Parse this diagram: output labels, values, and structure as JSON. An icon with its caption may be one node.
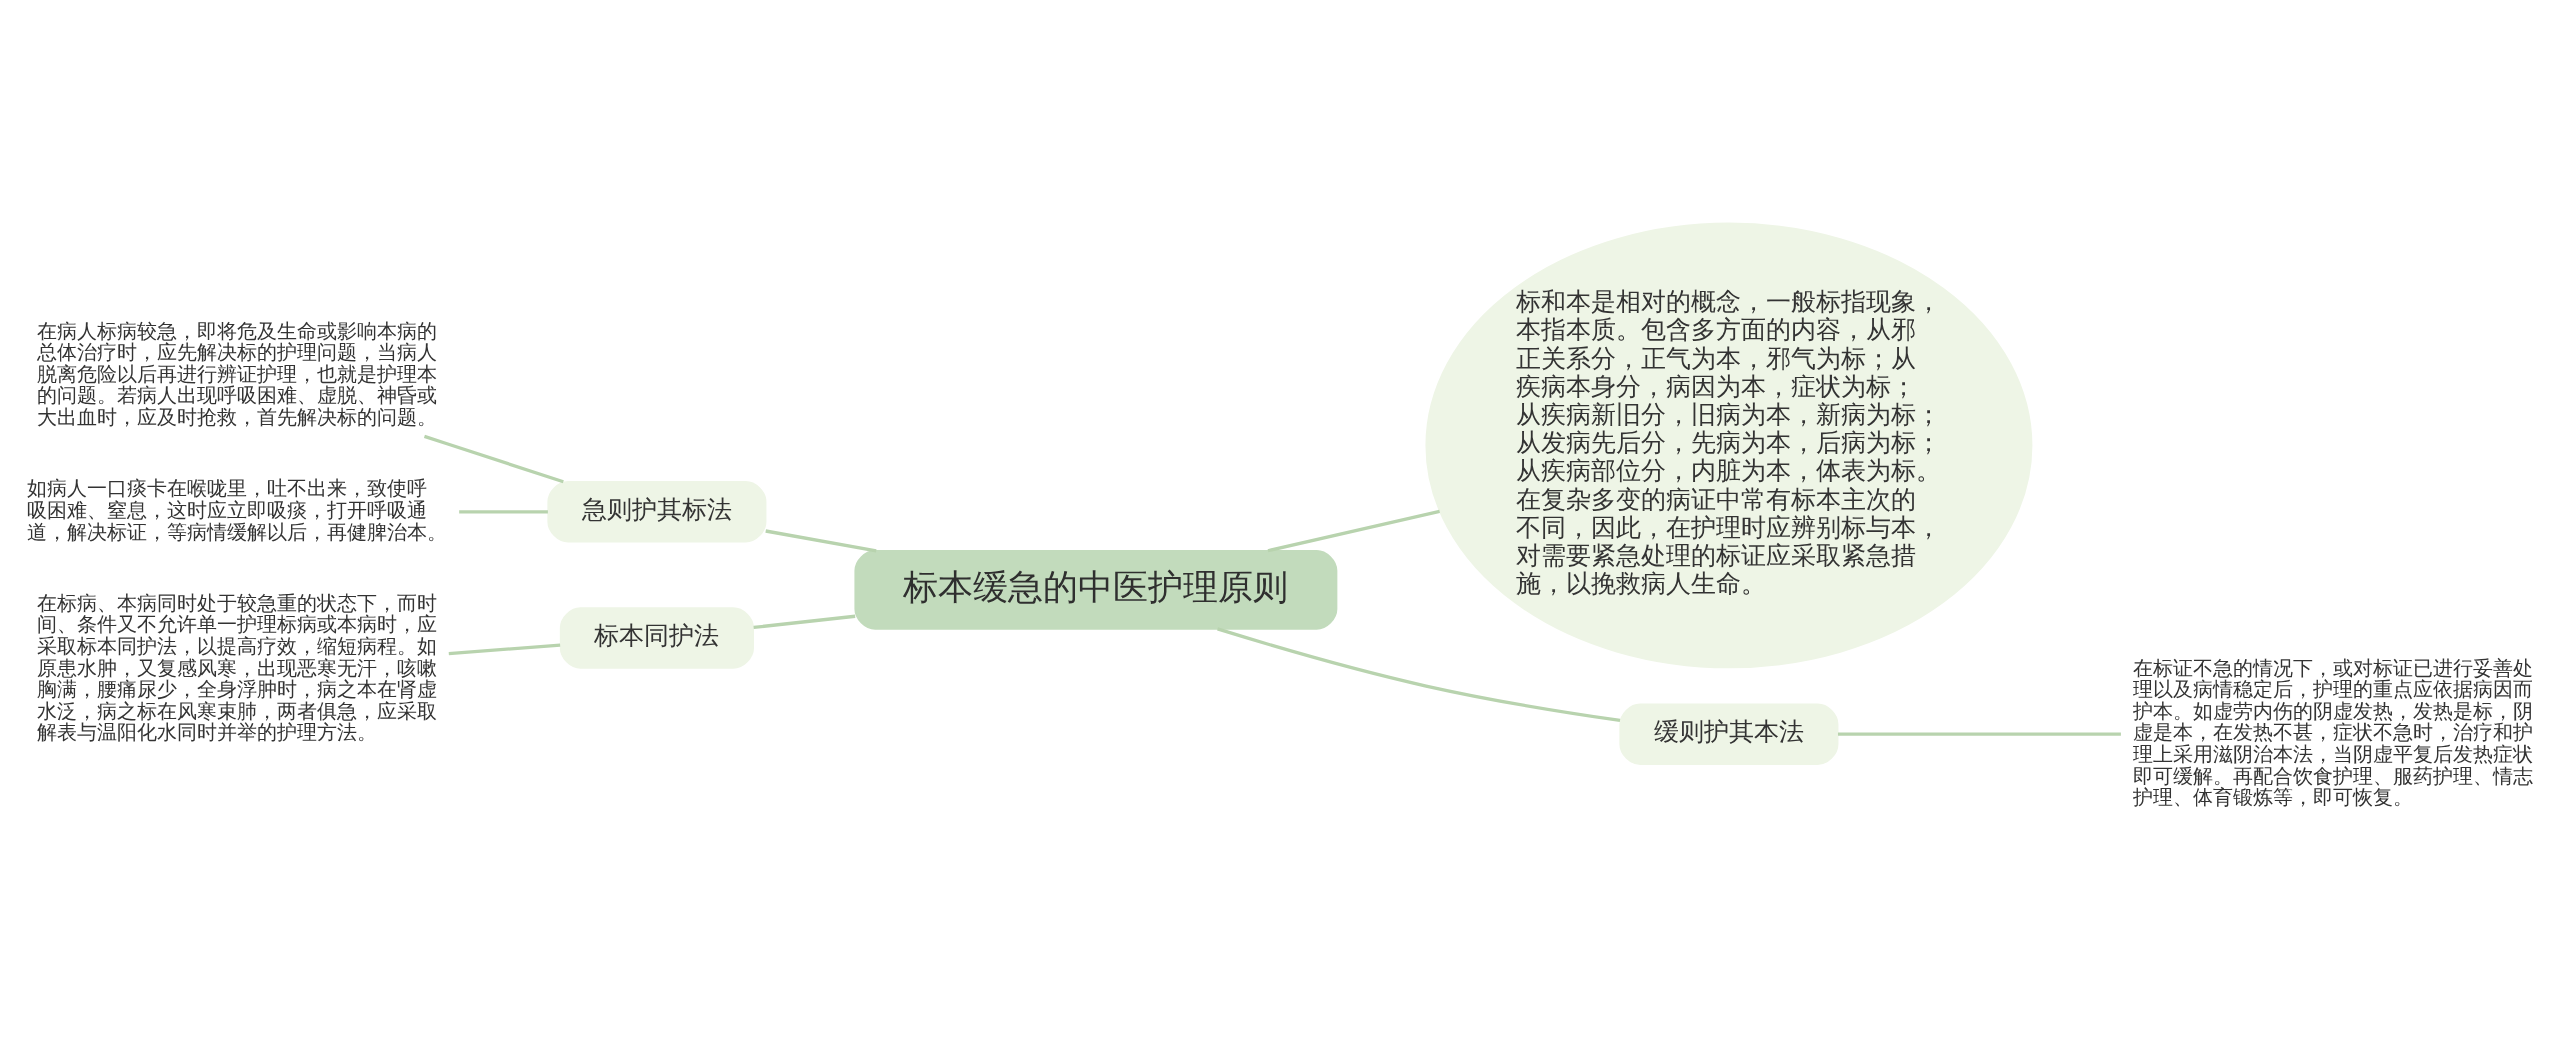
{
  "diagram": {
    "nodes": [
      {
        "text": [
          "标本缓急的中医护理原则"
        ]
      },
      {
        "text": [
          "急则护其标法"
        ]
      },
      {
        "text": [
          "在病人标病较急，即将危及生命或影响本病的总体治疗时，应先解决标的护理问题，当病人脱离危险以后再进行辨证护理，也就是护理本的问题。若病人出现呼吸困难、虚脱、神昏或大出血时，应及时抢救，首先解决标的问题。"
        ]
      },
      {
        "text": [
          "如病人一口痰卡在喉咙里，吐不出来，致使呼吸困难、窒息，这时应立即吸痰，打开呼吸通道，解决标证，等病情缓解以后，再健脾治本。"
        ]
      },
      {
        "text": [
          "标本同护法"
        ]
      },
      {
        "text": [
          "在标病、本病同时处于较急重的状态下，而时间、条件又不允许单一护理标病或本病时，应采取标本同护法，以提高疗效，缩短病程。如原患水肿，又复感风寒，出现恶寒无汗，咳嗽胸满，腰痛尿少，全身浮肿时，病之本在肾虚水泛，病之标在风寒束肺，两者俱急，应采取解表与温阳化水同时并举的护理方法。"
        ]
      },
      {
        "text": [
          "标和本是相对的概念，一般标指现象，本指本质。包含多方面的内容，从邪正关系分，正气为本，邪气为标；从疾病本身分，病因为本，症状为标；从疾病新旧分，旧病为本，新病为标；从发病先后分，先病为本，后病为标；从疾病部位分，内脏为本，体表为标。在复杂多变的病证中常有标本主次的不同，因此，在护理时应辨别标与本，对需要紧急处理的标证应采取紧急措施，以挽救病人生命。"
        ]
      },
      {
        "text": [
          "缓则护其本法"
        ]
      },
      {
        "text": [
          "在标证不急的情况下，或对标证已进行妥善处理以及病情稳定后，护理的重点应依据病因而护本。如虚劳内伤的阴虚发热，发热是标，阴虚是本，在发热不甚，症状不急时，治疗和护理上采用滋阴治本法，当阴虚平复后发热症状即可缓解。再配合饮食护理、服药护理、情志护理、体育锻炼等，即可恢复。"
        ]
      }
    ],
    "edges": [
      {
        "from": 2,
        "to": 1,
        "arrow": "none"
      },
      {
        "from": 3,
        "to": 1,
        "arrow": "none"
      },
      {
        "from": 1,
        "to": 0,
        "arrow": "none"
      },
      {
        "from": 5,
        "to": 4,
        "arrow": "none"
      },
      {
        "from": 4,
        "to": 0,
        "arrow": "none"
      },
      {
        "from": 0,
        "to": 6,
        "arrow": "none"
      },
      {
        "from": 0,
        "to": 7,
        "arrow": "none"
      },
      {
        "from": 7,
        "to": 8,
        "arrow": "none"
      }
    ]
  }
}
